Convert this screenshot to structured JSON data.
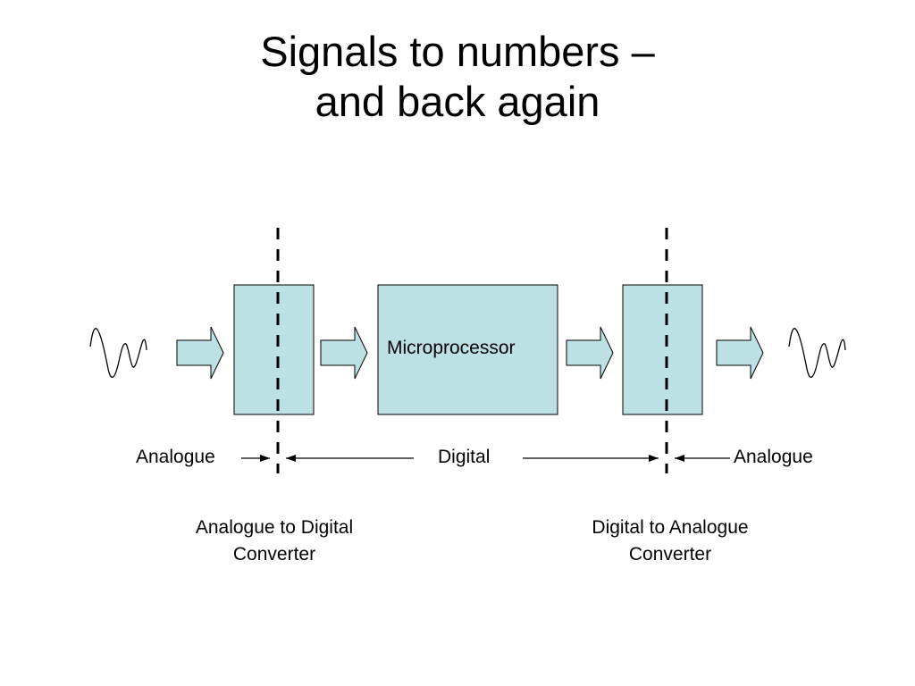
{
  "title": {
    "line1": "Signals to numbers –",
    "line2": "and back again"
  },
  "blocks": {
    "microprocessor_label": "Microprocessor"
  },
  "zones": {
    "left_label": "Analogue",
    "middle_label": "Digital",
    "right_label": "Analogue"
  },
  "captions": {
    "adc_line1": "Analogue to Digital",
    "adc_line2": "Converter",
    "dac_line1": "Digital to Analogue",
    "dac_line2": "Converter"
  },
  "colors": {
    "block_fill": "#bde0e4",
    "stroke": "#000000"
  }
}
